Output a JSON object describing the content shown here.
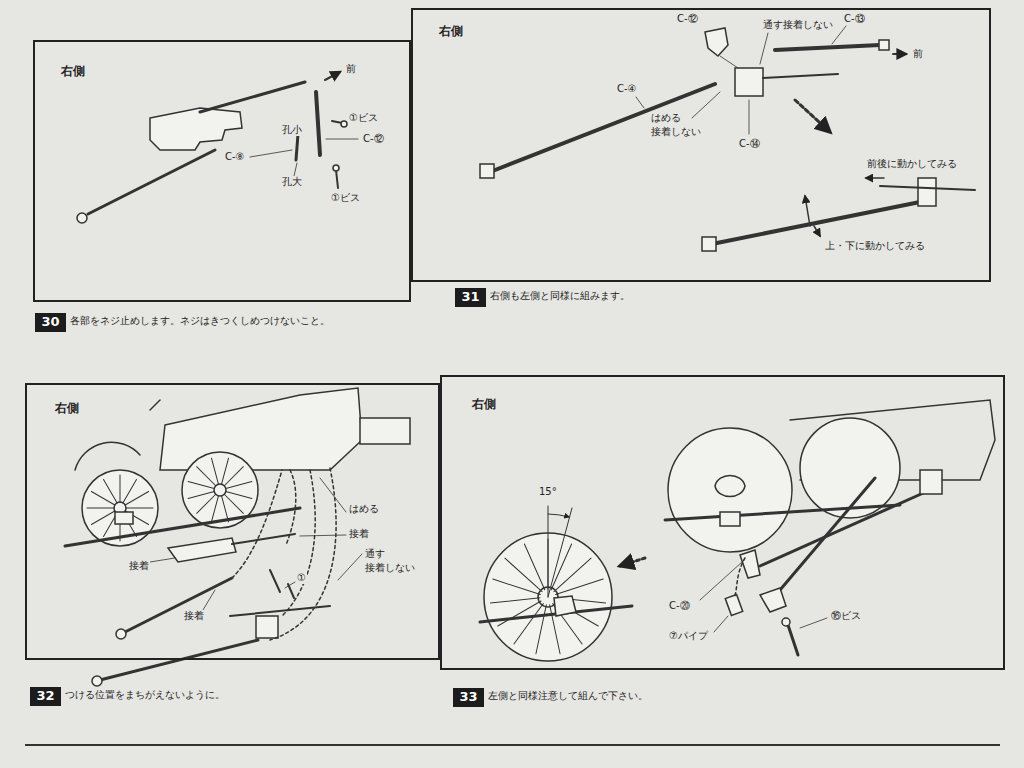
{
  "diagram": {
    "nodes": [
      {
        "text": [
          "右側"
        ]
      },
      {
        "text": [
          "30"
        ]
      },
      {
        "text": [
          "右側"
        ]
      },
      {
        "text": [
          "31"
        ]
      },
      {
        "text": [
          "右側"
        ]
      },
      {
        "text": [
          "32"
        ]
      },
      {
        "text": [
          "右側"
        ]
      },
      {
        "text": [
          "33"
        ]
      }
    ],
    "edges": [],
    "labels": [
      "前",
      "①ビス",
      "孔小",
      "C-⑫",
      "C-⑧",
      "孔大",
      "①ビス",
      "各部をネジ止めします。ネジはきつくしめつけないこと。",
      "C-⑫",
      "通す接着しない",
      "C-⑬",
      "前",
      "C-④",
      "はめる",
      "接着しない",
      "C-⑭",
      "前後に動かしてみる",
      "上・下に動かしてみる",
      "右側も左側と同様に組みます。",
      "はめる",
      "接着",
      "接着",
      "通す",
      "接着しない",
      "①",
      "接着",
      "つける位置をまちがえないように。",
      "15°",
      "C-⑳",
      "⑦パイプ",
      "⑯ビス",
      "左側と同様注意して組んで下さい。"
    ]
  }
}
